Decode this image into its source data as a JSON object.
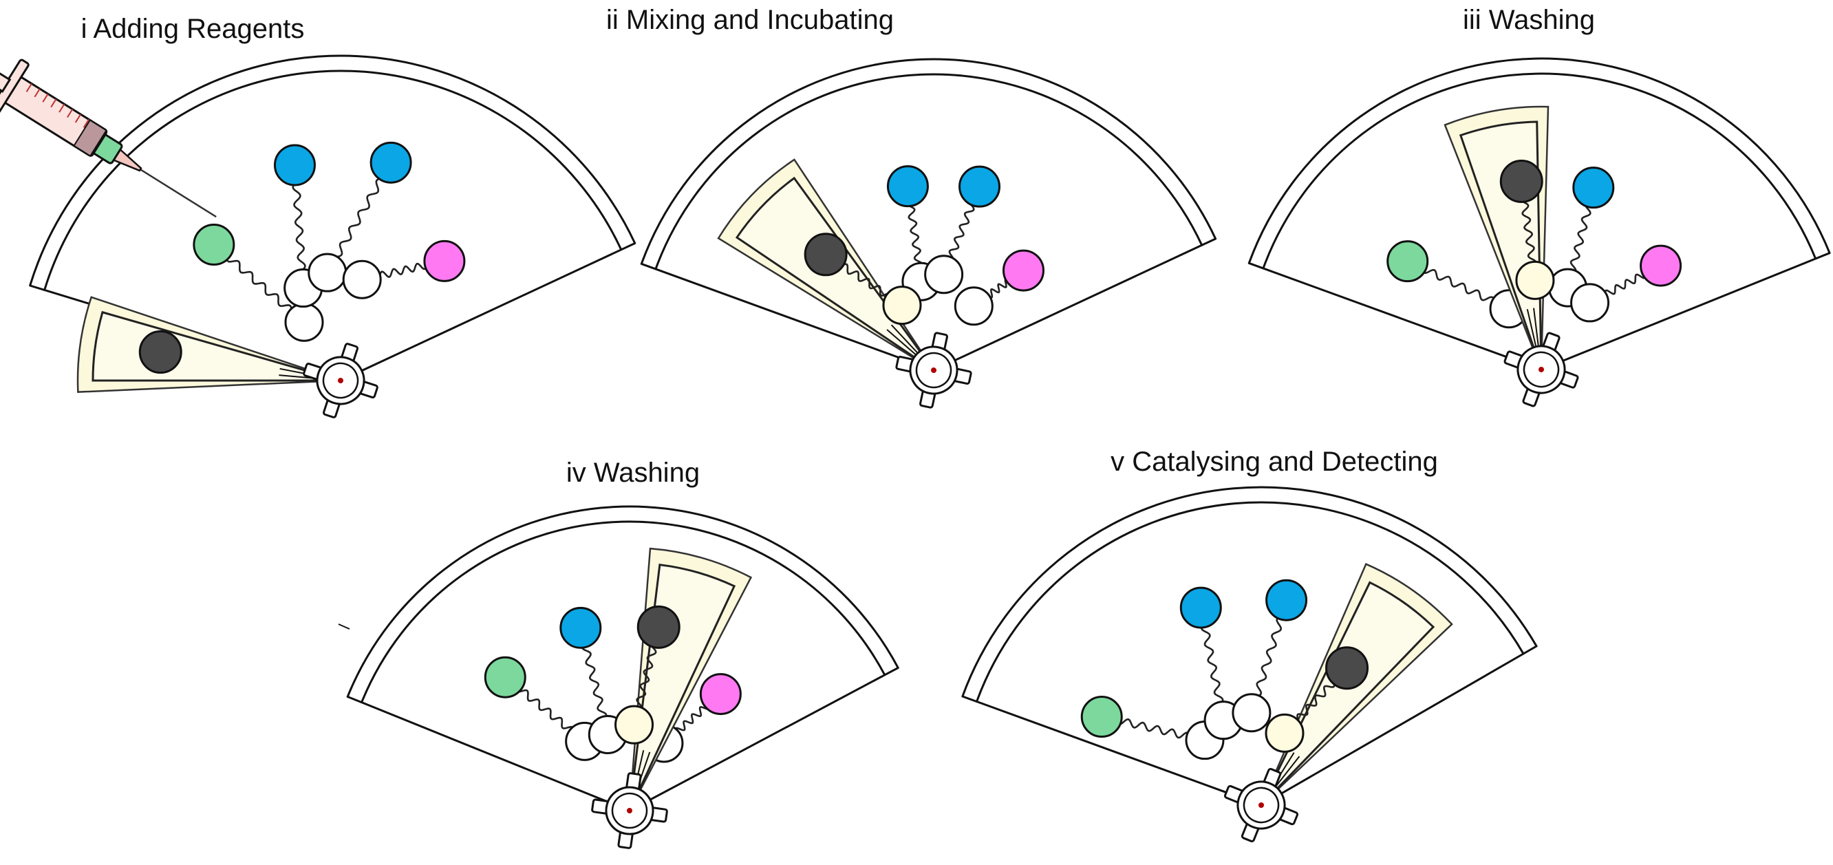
{
  "panels": [
    {
      "id": "i",
      "title": "i Adding Reagents",
      "chamber_angle": -152,
      "has_syringe": true,
      "cap_color": "#7cd89c"
    },
    {
      "id": "ii",
      "title": "ii Mixing and Incubating",
      "chamber_angle": -128,
      "has_syringe": false
    },
    {
      "id": "iii",
      "title": "iii Washing",
      "chamber_angle": -95,
      "has_syringe": false
    },
    {
      "id": "iv",
      "title": "iv Washing",
      "chamber_angle": -72,
      "has_syringe": false
    },
    {
      "id": "v",
      "title": "v Catalysing and Detecting",
      "chamber_angle": -50,
      "has_syringe": false
    }
  ],
  "colors": {
    "green_bead": "#7cd89c",
    "blue_bead": "#0aa6e6",
    "magenta_bead": "#ff7af2",
    "dark_bead": "#4a4a4a",
    "chamber_fill": "#fbf8dc",
    "valve_dot": "#b00000"
  }
}
